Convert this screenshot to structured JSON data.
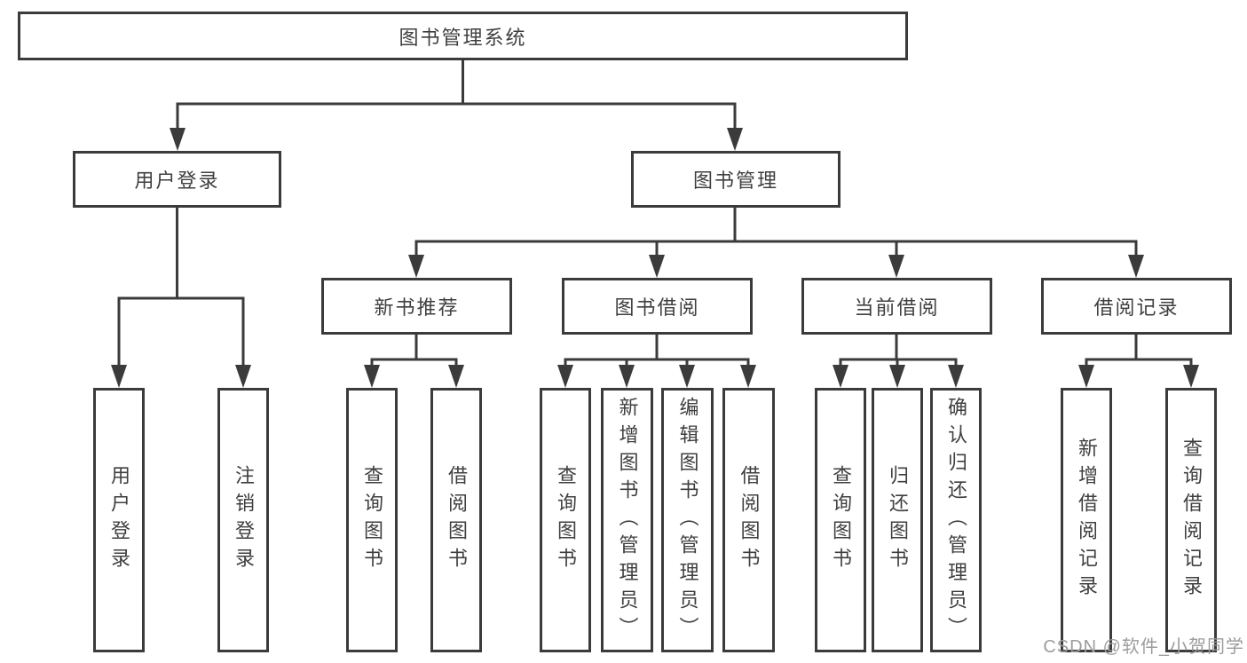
{
  "diagram": {
    "root": {
      "label": "图书管理系统"
    },
    "branches": [
      {
        "label": "用户登录",
        "children": [
          {
            "label": "用户登录"
          },
          {
            "label": "注销登录"
          }
        ]
      },
      {
        "label": "图书管理",
        "children": [
          {
            "label": "新书推荐",
            "children": [
              {
                "label": "查询图书"
              },
              {
                "label": "借阅图书"
              }
            ]
          },
          {
            "label": "图书借阅",
            "children": [
              {
                "label": "查询图书"
              },
              {
                "label": "新增图书（管理员）"
              },
              {
                "label": "编辑图书（管理员）"
              },
              {
                "label": "借阅图书"
              }
            ]
          },
          {
            "label": "当前借阅",
            "children": [
              {
                "label": "查询图书"
              },
              {
                "label": "归还图书"
              },
              {
                "label": "确认归还（管理员）"
              }
            ]
          },
          {
            "label": "借阅记录",
            "children": [
              {
                "label": "新增借阅记录"
              },
              {
                "label": "查询借阅记录"
              }
            ]
          }
        ]
      }
    ]
  },
  "watermark": {
    "text": "CSDN @软件_小贺同学"
  },
  "colors": {
    "line": "#3b3b3b",
    "text": "#3f3f3f",
    "watermark": "#9c9c9c",
    "background": "#ffffff"
  }
}
